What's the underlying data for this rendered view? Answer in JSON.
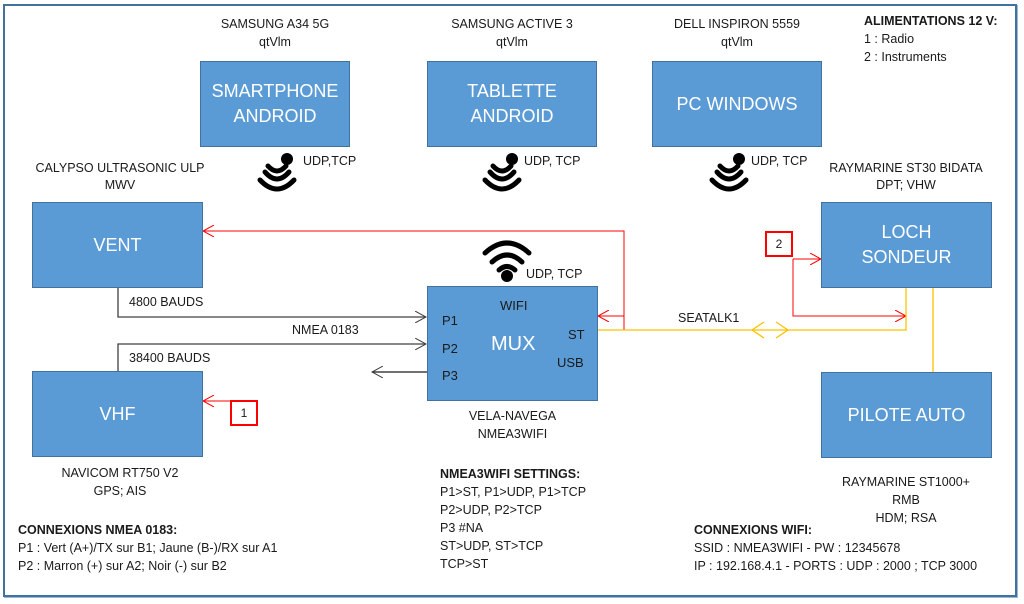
{
  "power": {
    "title": "ALIMENTATIONS 12 V:",
    "items": [
      "1 : Radio",
      "2 : Instruments"
    ]
  },
  "devices": {
    "smartphone": {
      "model": "SAMSUNG A34 5G",
      "software": "qtVlm",
      "line1": "SMARTPHONE",
      "line2": "ANDROID",
      "protocol": "UDP,TCP"
    },
    "tablet": {
      "model": "SAMSUNG ACTIVE 3",
      "software": "qtVlm",
      "line1": "TABLETTE",
      "line2": "ANDROID",
      "protocol": "UDP, TCP"
    },
    "pc": {
      "model": "DELL INSPIRON 5559",
      "software": "qtVlm",
      "line1": "PC WINDOWS",
      "protocol": "UDP, TCP"
    },
    "vent": {
      "model": "CALYPSO ULTRASONIC ULP",
      "sentences": "MWV",
      "label": "VENT",
      "baud": "4800 BAUDS"
    },
    "vhf": {
      "model": "NAVICOM RT750 V2",
      "sentences": "GPS; AIS",
      "label": "VHF",
      "baud": "38400 BAUDS",
      "power_badge": "1"
    },
    "loch": {
      "model": "RAYMARINE ST30 BIDATA",
      "sentences": "DPT; VHW",
      "line1": "LOCH",
      "line2": "SONDEUR",
      "power_badge": "2"
    },
    "pilote": {
      "model": "RAYMARINE ST1000+",
      "sentences1": "RMB",
      "sentences2": "HDM; RSA",
      "label": "PILOTE AUTO"
    }
  },
  "mux": {
    "title": "MUX",
    "ports": {
      "wifi": "WIFI",
      "p1": "P1",
      "p2": "P2",
      "p3": "P3",
      "st": "ST",
      "usb": "USB"
    },
    "protocol": "UDP, TCP",
    "vendor": "VELA-NAVEGA",
    "model": "NMEA3WIFI"
  },
  "links": {
    "nmea": "NMEA 0183",
    "seatalk": "SEATALK1"
  },
  "colors": {
    "box_fill": "#5b9bd5",
    "box_border": "#41719c",
    "power_wire": "#ff0000",
    "seatalk_wire": "#ffc000",
    "nmea_wire": "#404040"
  },
  "nmea_connections": {
    "title": "CONNEXIONS NMEA 0183:",
    "lines": [
      "P1 : Vert (A+)/TX sur B1; Jaune (B-)/RX sur A1",
      "P2 : Marron (+) sur A2; Noir (-) sur B2"
    ]
  },
  "settings": {
    "title": "NMEA3WIFI SETTINGS:",
    "lines": [
      "P1>ST, P1>UDP, P1>TCP",
      "P2>UDP, P2>TCP",
      "P3 #NA",
      "ST>UDP, ST>TCP",
      "TCP>ST"
    ]
  },
  "wifi_connections": {
    "title": "CONNEXIONS WIFI:",
    "lines": [
      "SSID : NMEA3WIFI - PW : 12345678",
      "IP : 192.168.4.1 - PORTS : UDP : 2000 ; TCP 3000"
    ]
  }
}
